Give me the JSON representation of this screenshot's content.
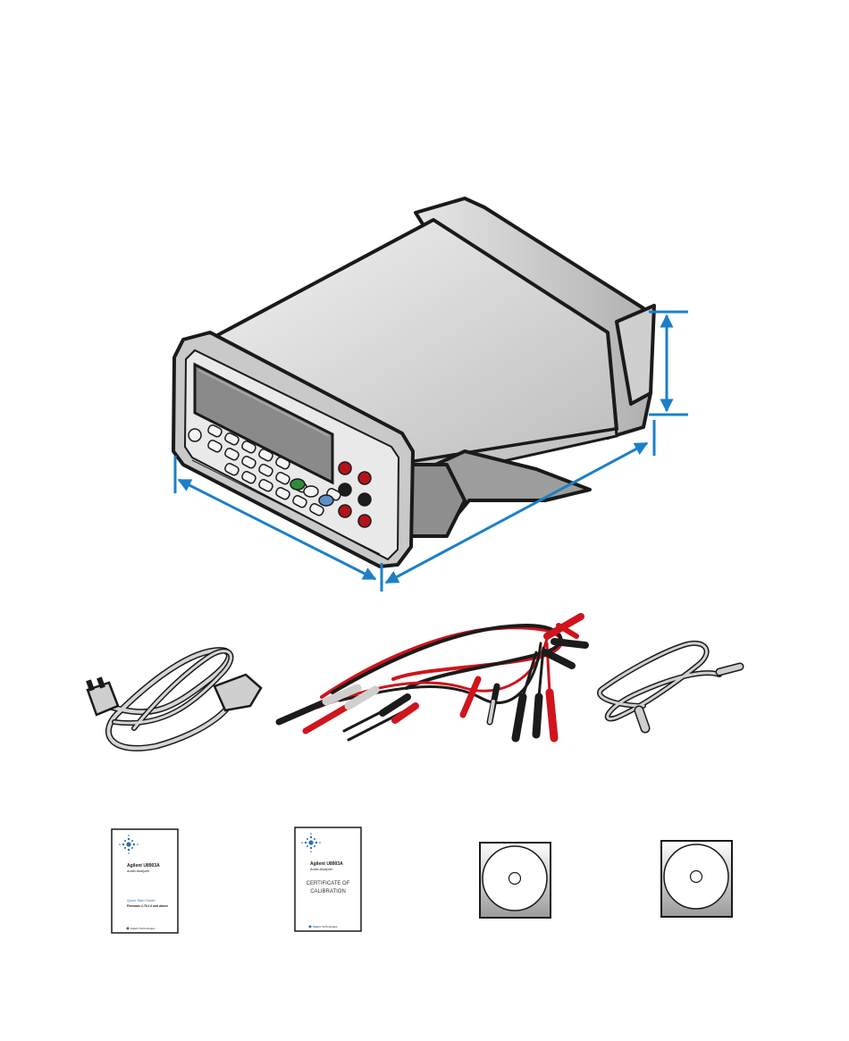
{
  "colors": {
    "dimension_arrow": "#1c7fc8",
    "device_body": "#d9d9d9",
    "device_outline": "#1a1a1a",
    "display": "#8a8a8a",
    "red_lead": "#d0141b",
    "black_lead": "#1b1b1b",
    "cable_grey": "#cfcfcf",
    "key_green": "#2e8b3a",
    "key_blue": "#5a90c8",
    "jack_red": "#b5121b",
    "brand_blue": "#2a6fb5"
  },
  "items": {
    "multimeter": {
      "icon": "bench-multimeter-icon"
    },
    "power_cord": {
      "icon": "power-cord-icon"
    },
    "test_leads": {
      "icon": "test-lead-kit-icon"
    },
    "usb_cable": {
      "icon": "usb-cable-icon"
    },
    "quick_start_guide": {
      "icon": "booklet-icon",
      "brand": "Agilent U8903A",
      "subtitle": "Audio Analyzer",
      "heading": "Quick Start Guide",
      "subheading": "Firmware 2.76.1.0 and above",
      "footer": "Agilent Technologies"
    },
    "certificate": {
      "icon": "certificate-icon",
      "brand": "Agilent U8903A",
      "subtitle": "Audio Analyzer",
      "line1": "CERTIFICATE OF",
      "line2": "CALIBRATION",
      "footer": "Agilent Technologies"
    },
    "cd_1": {
      "icon": "cd-sleeve-icon"
    },
    "cd_2": {
      "icon": "cd-sleeve-icon"
    }
  }
}
